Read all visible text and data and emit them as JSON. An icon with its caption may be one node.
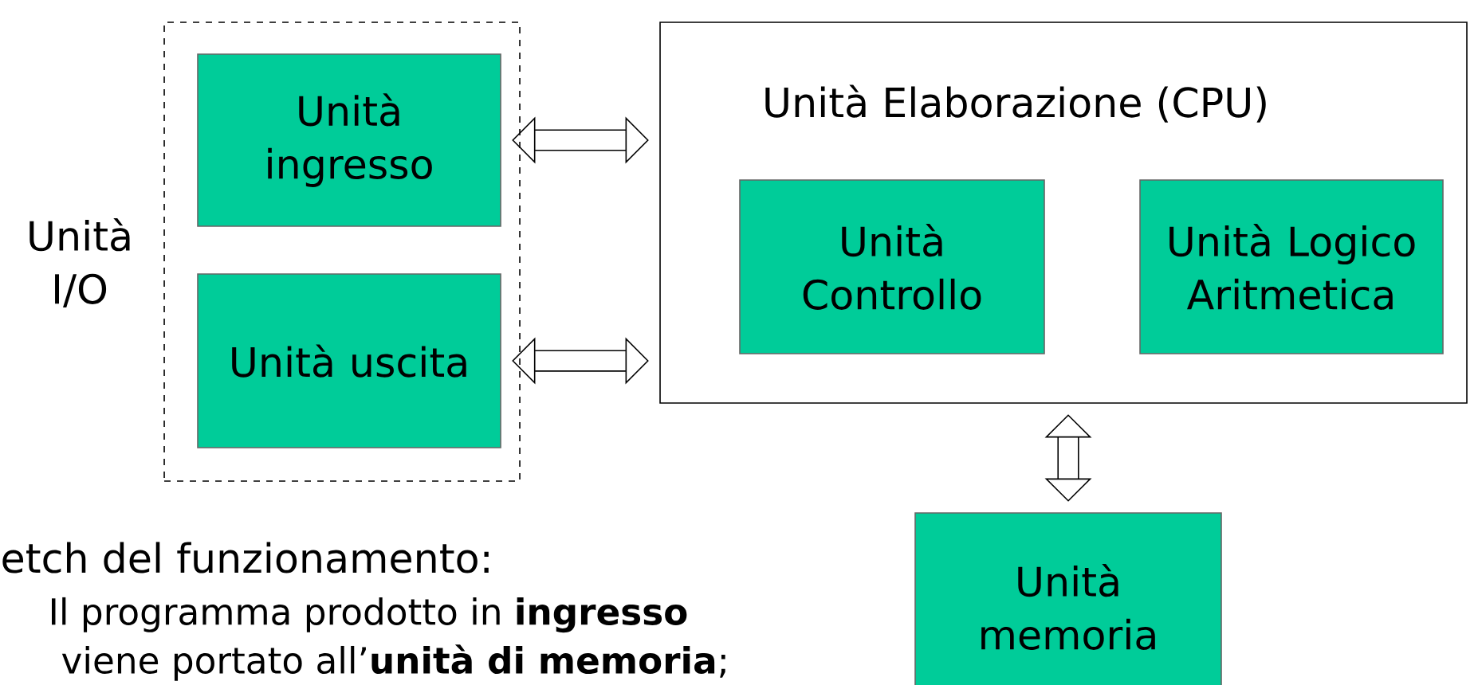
{
  "diagram": {
    "nodes": [
      {
        "text": [
          "Unità I/O"
        ]
      },
      {
        "text": [
          "Unità ingresso"
        ],
        "in": 0
      },
      {
        "text": [
          "Unità uscita"
        ],
        "in": 0
      },
      {
        "text": [
          "Unità Elaborazione (CPU)"
        ]
      },
      {
        "text": [
          "Unità Controllo"
        ],
        "in": 3
      },
      {
        "text": [
          "Unità Logico Aritmetica"
        ],
        "in": 3
      },
      {
        "text": [
          "Unità memoria"
        ]
      }
    ],
    "edges": [
      {
        "from": 1,
        "to": 3,
        "arrow": "both"
      },
      {
        "from": 2,
        "to": 3,
        "arrow": "both"
      },
      {
        "from": 3,
        "to": 6,
        "arrow": "both"
      }
    ],
    "labels": [
      "etch del funzionamento:",
      "Il programma prodotto in **ingresso**",
      "viene portato all’**unità di memoria**;"
    ]
  }
}
